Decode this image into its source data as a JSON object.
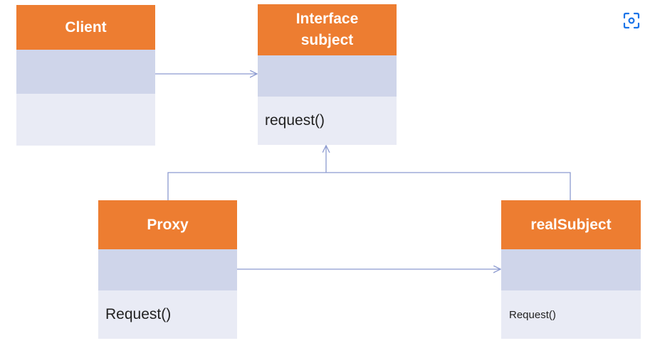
{
  "diagram": {
    "classes": {
      "client": {
        "name": "Client",
        "method": ""
      },
      "interface_subject": {
        "name": "Interface subject",
        "name_line1": "Interface",
        "name_line2": "subject",
        "method": "request()"
      },
      "proxy": {
        "name": "Proxy",
        "method": "Request()"
      },
      "real_subject": {
        "name": "realSubject",
        "method": "Request()"
      }
    },
    "relations": [
      {
        "from": "Client",
        "to": "Interface subject",
        "type": "association"
      },
      {
        "from": "Proxy",
        "to": "Interface subject",
        "type": "realization"
      },
      {
        "from": "realSubject",
        "to": "Interface subject",
        "type": "realization"
      },
      {
        "from": "Proxy",
        "to": "realSubject",
        "type": "association"
      }
    ],
    "colors": {
      "header": "#ed7d31",
      "attributes": "#cfd5ea",
      "methods": "#e9ebf5",
      "connector": "#8c9ad0",
      "icon": "#1a73e8"
    }
  },
  "toolbar": {
    "fullscreen_icon": "fullscreen-icon"
  }
}
